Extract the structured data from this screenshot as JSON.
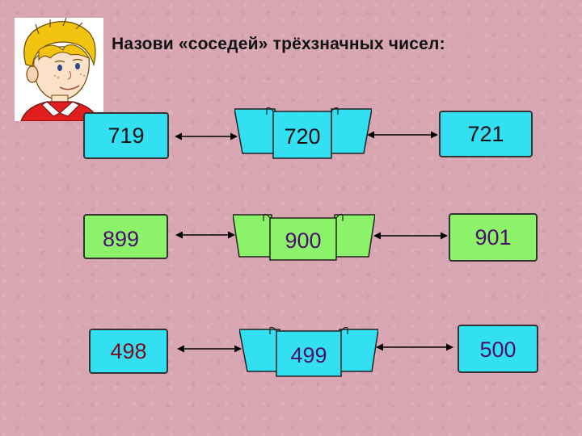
{
  "title": "Назови  «соседей» трёхзначных чисел:",
  "colors": {
    "cyan": "#33e0f2",
    "green": "#8cf26a",
    "text_dark": "#111111",
    "text_purple": "#4b0f6e",
    "text_red": "#7a0b1e"
  },
  "rows": [
    {
      "left": "719",
      "middle": "720",
      "right": "721",
      "left_color": "cyan",
      "middle_color": "cyan",
      "right_color": "cyan"
    },
    {
      "left": "899",
      "middle": "900",
      "right": "901",
      "left_color": "green",
      "middle_color": "green",
      "right_color": "green"
    },
    {
      "left": "498",
      "middle": "499",
      "right": "500",
      "left_color": "cyan",
      "middle_color": "cyan",
      "right_color": "cyan"
    }
  ]
}
